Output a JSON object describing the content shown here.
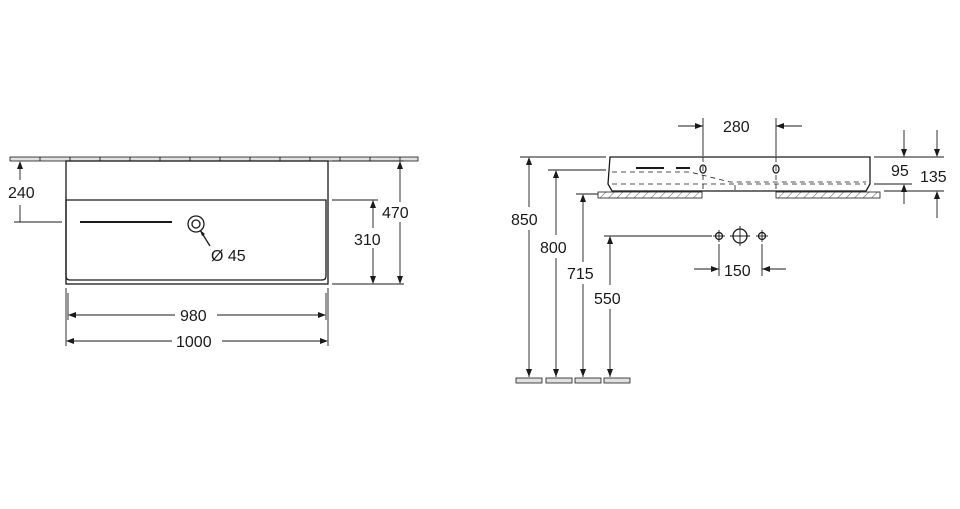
{
  "front_view": {
    "dim_240": "240",
    "dim_470": "470",
    "dim_310": "310",
    "dim_980": "980",
    "dim_1000": "1000",
    "drain_diameter": "Ø 45"
  },
  "side_view": {
    "dim_280": "280",
    "dim_95": "95",
    "dim_135": "135",
    "dim_850": "850",
    "dim_800": "800",
    "dim_715": "715",
    "dim_550": "550",
    "dim_150": "150"
  }
}
